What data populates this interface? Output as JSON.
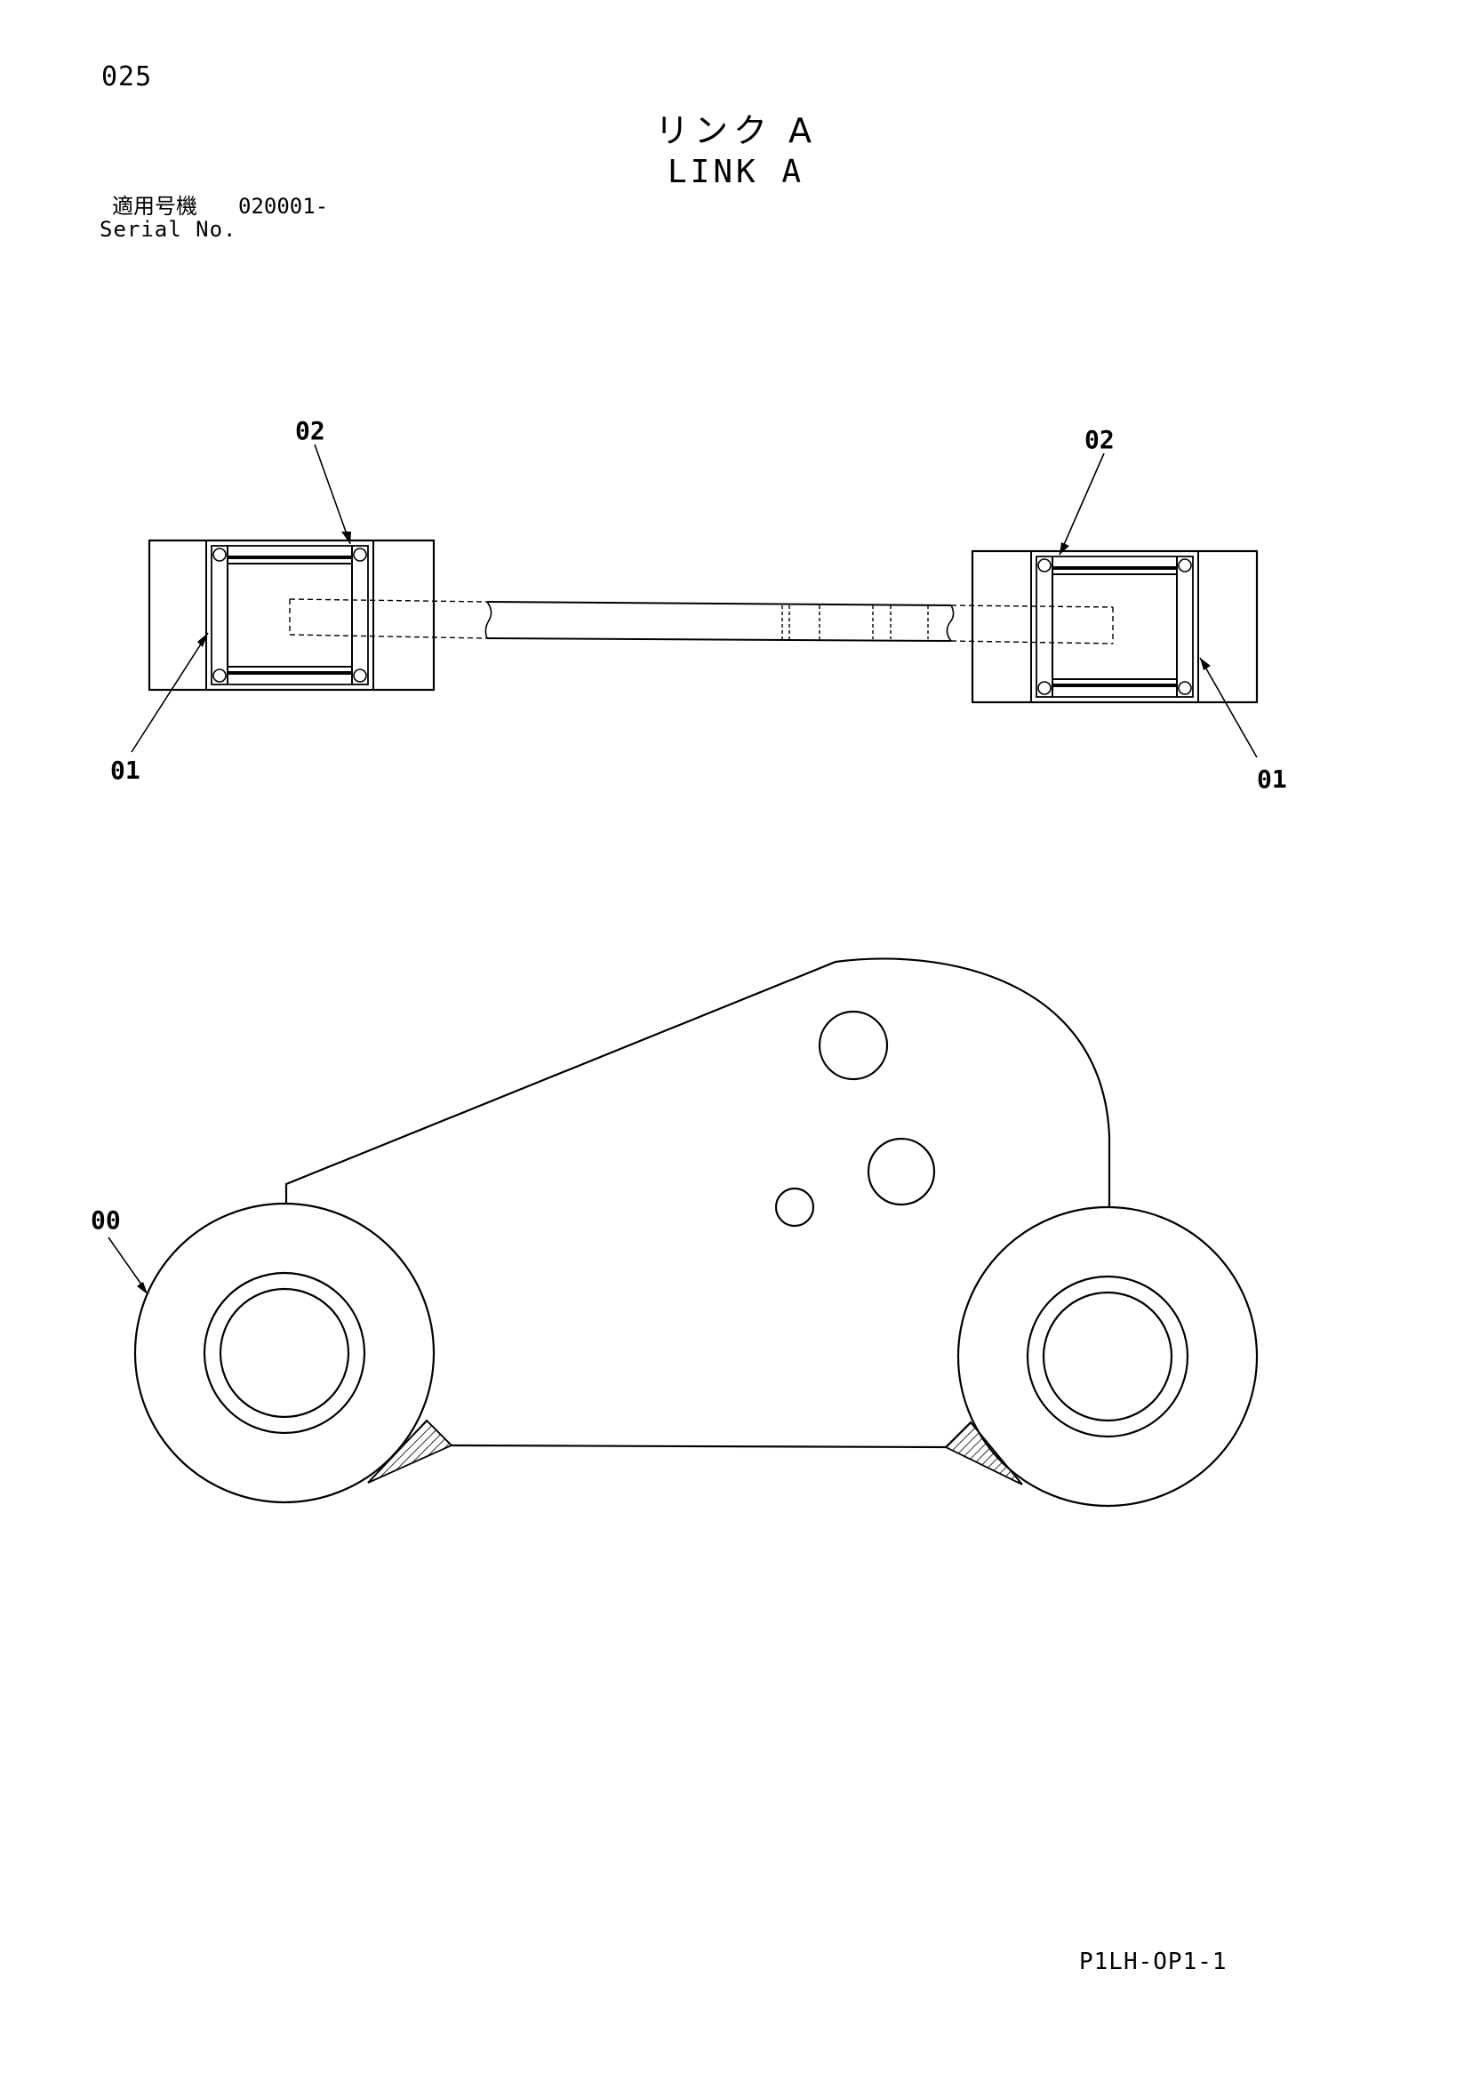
{
  "header": {
    "page_number": "025",
    "title_jp": "リンク A",
    "title_en": "LINK A",
    "serial_label_jp": "適用号機",
    "serial_value": "020001-",
    "serial_label_en": "Serial No."
  },
  "callouts": {
    "top_left_upper": "02",
    "top_right_upper": "02",
    "top_left_lower": "01",
    "top_right_lower": "01",
    "side_view": "00"
  },
  "footer": {
    "document_code": "P1LH-OP1-1"
  },
  "colors": {
    "line": "#000000",
    "background": "#ffffff"
  }
}
